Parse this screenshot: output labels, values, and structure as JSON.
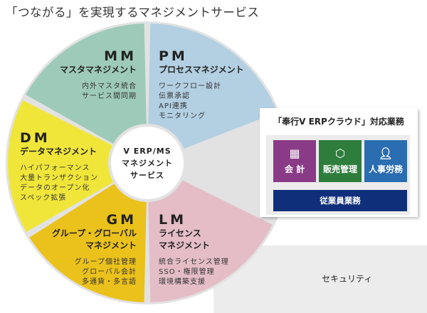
{
  "title": "「つながる」を実現するマネジメントサービス",
  "center": {
    "line1": "V ERP/MS",
    "line2": "マネジメント",
    "line3": "サービス"
  },
  "segments": {
    "mm": {
      "code": "MM",
      "name": "マスタマネジメント",
      "items": [
        "内外マスタ統合",
        "サービス間同期"
      ],
      "color": "#9ecbb9"
    },
    "pm": {
      "code": "PM",
      "name": "プロセスマネジメント",
      "items": [
        "ワークフロー設計",
        "伝票承認",
        "API連携",
        "モニタリング"
      ],
      "color": "#b3cfe2"
    },
    "dm": {
      "code": "DM",
      "name": "データマネジメント",
      "items": [
        "ハイパフォーマンス",
        "大量トランザクション",
        "データのオープン化",
        "スペック拡張"
      ],
      "color": "#f0e63a"
    },
    "gm": {
      "code": "GM",
      "name1": "グループ・グローバル",
      "name2": "マネジメント",
      "items": [
        "グループ個社管理",
        "グローバル会計",
        "多通貨・多言語"
      ],
      "color": "#ebc11b"
    },
    "lm": {
      "code": "LM",
      "name1": "ライセンス",
      "name2": "マネジメント",
      "items": [
        "統合ライセンス管理",
        "SSO・権限管理",
        "環境構築支援"
      ],
      "color": "#e4bdc7"
    }
  },
  "panel": {
    "title": "「奉行V ERPクラウド」対応業務",
    "tiles": [
      {
        "label": "会 計",
        "icon": "calculator-icon",
        "color": "#8a3b87"
      },
      {
        "label": "販売管理",
        "icon": "box-icon",
        "color": "#2e7d3c"
      },
      {
        "label": "人事労務",
        "icon": "person-icon",
        "color": "#2a6db0"
      }
    ],
    "wide": {
      "label": "従業員業務",
      "color": "#0f2f7a"
    }
  },
  "security": "セキュリティ"
}
